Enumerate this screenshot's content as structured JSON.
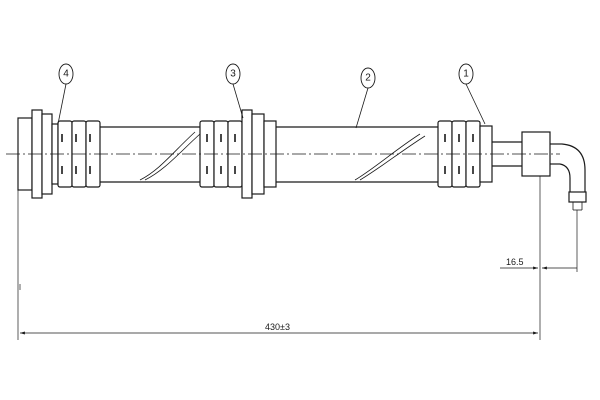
{
  "callouts": {
    "c1": "1",
    "c2": "2",
    "c3": "3",
    "c4": "4"
  },
  "dimensions": {
    "length": "430±3",
    "offset": "16.5"
  },
  "colors": {
    "line": "#1a1a1a",
    "background": "#ffffff"
  }
}
